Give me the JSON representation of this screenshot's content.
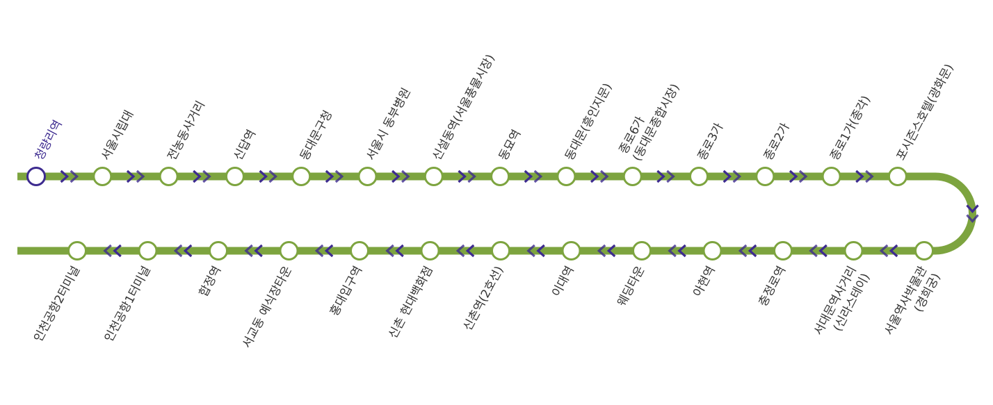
{
  "colors": {
    "line": "#7da43f",
    "arrow": "#3d2b8f",
    "station_fill": "#ffffff",
    "current_station": "#3d2b8f",
    "label": "#333333"
  },
  "route": {
    "current_station": "청량리역",
    "top_row": [
      {
        "name": "청량리역"
      },
      {
        "name": "서울시립대"
      },
      {
        "name": "전농동사거리"
      },
      {
        "name": "신답역"
      },
      {
        "name": "동대문구청"
      },
      {
        "name": "서울시 동부병원"
      },
      {
        "name": "신설동역(서울풍물시장)"
      },
      {
        "name": "동묘역"
      },
      {
        "name": "동대문(흥인지문)"
      },
      {
        "name": "종로6가",
        "name2": "(동대문종합시장)"
      },
      {
        "name": "종로3가"
      },
      {
        "name": "종로2가"
      },
      {
        "name": "종로1가(종각)"
      },
      {
        "name": "포시즌스호텔(광화문)"
      }
    ],
    "bottom_row": [
      {
        "name": "인천공항2터미널"
      },
      {
        "name": "인천공항1터미널"
      },
      {
        "name": "합정역"
      },
      {
        "name": "서교동 예식장타운"
      },
      {
        "name": "홍대입구역"
      },
      {
        "name": "신촌 현대백화점"
      },
      {
        "name": "신촌역(2호선)"
      },
      {
        "name": "이대역"
      },
      {
        "name": "웨딩타운"
      },
      {
        "name": "아현역"
      },
      {
        "name": "충정로역"
      },
      {
        "name": "서대문역사거리",
        "name2": "(신라스테이)"
      },
      {
        "name": "서울역사박물관",
        "name2": "(경희궁)"
      }
    ]
  }
}
